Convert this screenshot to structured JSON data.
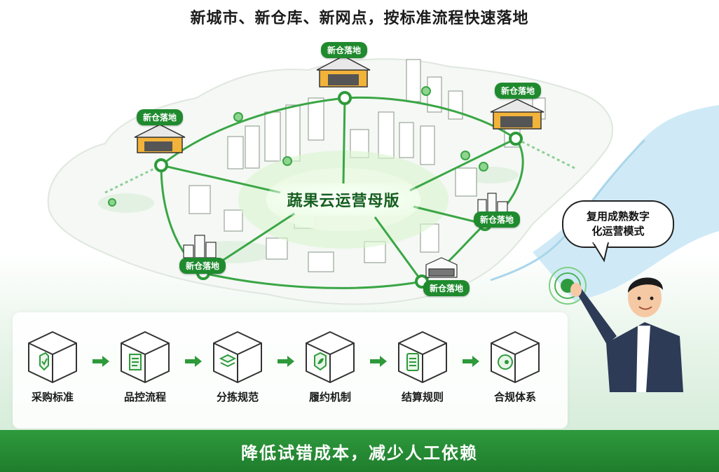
{
  "header": {
    "title": "新城市、新仓库、新网点，按标准流程快速落地"
  },
  "hub": {
    "label": "蔬果云运营母版"
  },
  "nodes": [
    {
      "label": "新仓落地"
    },
    {
      "label": "新仓落地"
    },
    {
      "label": "新仓落地"
    },
    {
      "label": "新仓落地"
    },
    {
      "label": "新仓落地"
    },
    {
      "label": "新仓落地"
    }
  ],
  "speech": {
    "line1": "复用成熟数字",
    "line2": "化运营模式"
  },
  "steps": [
    {
      "label": "采购标准",
      "icon": "shield-check-icon"
    },
    {
      "label": "品控流程",
      "icon": "checklist-icon"
    },
    {
      "label": "分拣规范",
      "icon": "layers-icon"
    },
    {
      "label": "履约机制",
      "icon": "shield-leaf-icon"
    },
    {
      "label": "结算规则",
      "icon": "document-icon"
    },
    {
      "label": "合规体系",
      "icon": "circle-badge-icon"
    }
  ],
  "footer": {
    "slogan": "降低试错成本，减少人工依赖"
  },
  "colors": {
    "green": "#1f8a2e",
    "dark_green": "#155e1f",
    "water": "#bfe3f2",
    "land": "#f4f7f4"
  }
}
